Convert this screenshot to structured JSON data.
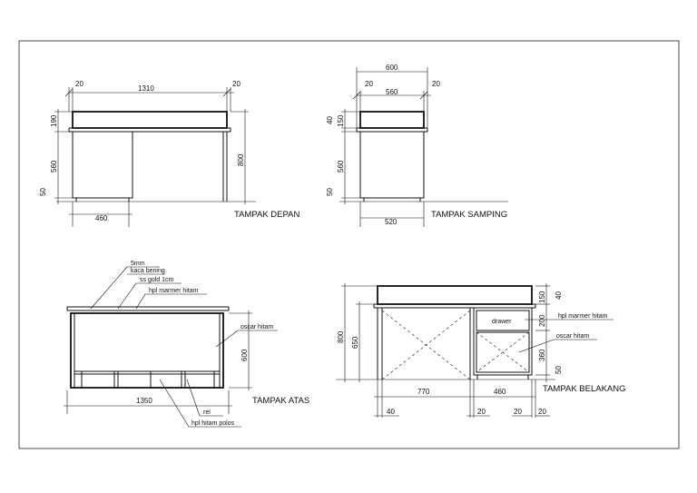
{
  "views": {
    "depan": {
      "title": "TAMPAK DEPAN",
      "dim_left_margin": "20",
      "dim_width": "1310",
      "dim_right_margin": "20",
      "dim_top": "190",
      "dim_body": "560",
      "dim_leg": "50",
      "dim_height": "800",
      "dim_cabinet": "460"
    },
    "samping": {
      "title": "TAMPAK SAMPING",
      "dim_overall": "600",
      "dim_left_margin": "20",
      "dim_inner": "560",
      "dim_right_margin": "20",
      "dim_top_a": "40",
      "dim_top_b": "150",
      "dim_body": "560",
      "dim_leg": "50",
      "dim_bottom": "520"
    },
    "atas": {
      "title": "TAMPAK ATAS",
      "note_glass_thickness": "5mm",
      "note_glass": "kaca bening",
      "note_gold": "ss gold 1cm",
      "note_hpl_marble": "hpl marmer hitam",
      "note_oscar": "oscar hitam",
      "note_rail": "rel",
      "note_hpl_plain": "hpl hitam polos",
      "dim_depth": "600",
      "dim_width": "1350"
    },
    "belakang": {
      "title": "TAMPAK BELAKANG",
      "label_drawer": "drawer",
      "note_hpl_marble": "hpl marmer hitam",
      "note_oscar": "oscar hitam",
      "dim_height": "800",
      "dim_body": "650",
      "dim_top_a": "40",
      "dim_top_b": "150",
      "dim_drawer": "200",
      "dim_lower": "360",
      "dim_leg": "50",
      "dim_open": "770",
      "dim_cabinet": "460",
      "dim_leg_left": "40",
      "dim_gap_a": "20",
      "dim_gap_b": "20",
      "dim_gap_c": "20"
    }
  }
}
